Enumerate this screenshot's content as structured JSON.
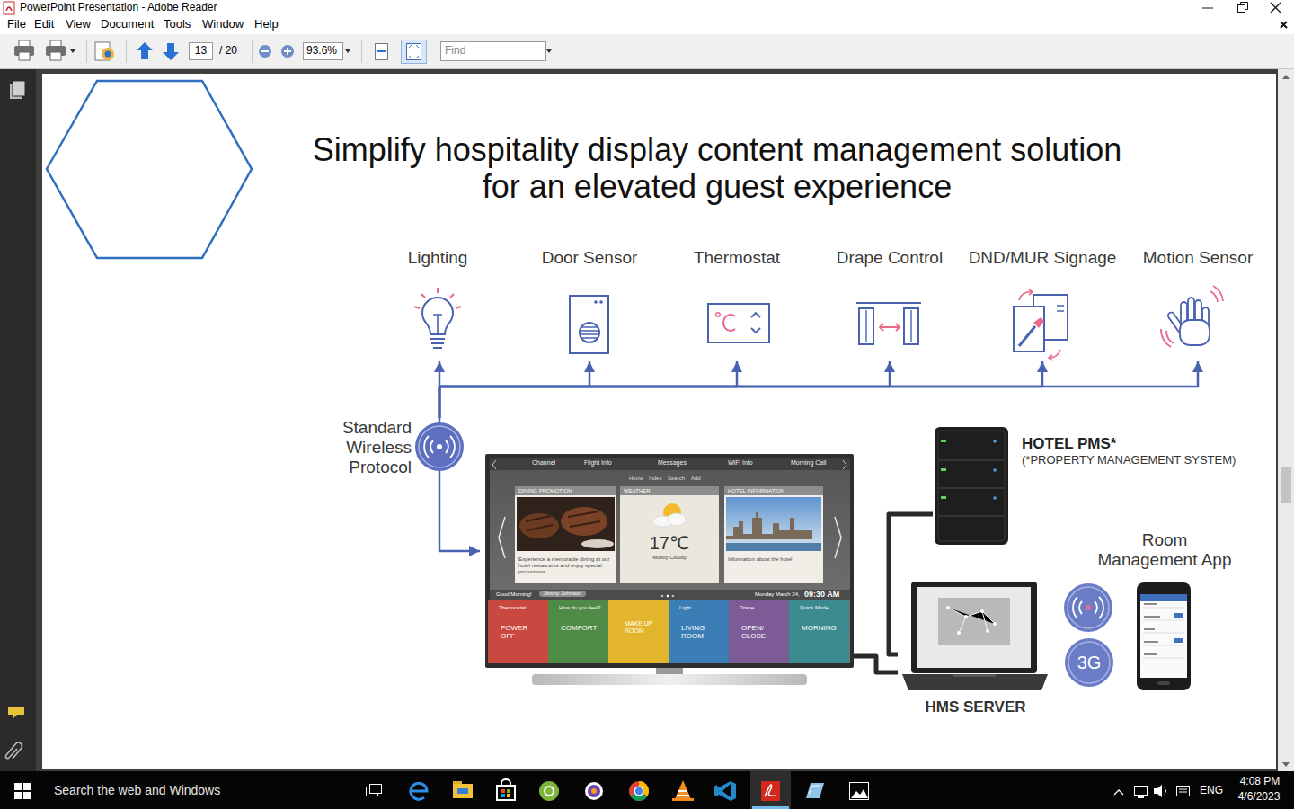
{
  "diagram": {
    "title": "Simplify hospitality display content management solution for an elevated guest experience",
    "nodes": [
      {
        "text": [
          "Lighting"
        ]
      },
      {
        "text": [
          "Door Sensor"
        ]
      },
      {
        "text": [
          "Thermostat"
        ]
      },
      {
        "text": [
          "Drape Control"
        ]
      },
      {
        "text": [
          "DND/MUR Signage"
        ]
      },
      {
        "text": [
          "Motion Sensor"
        ]
      },
      {
        "text": [
          "Standard Wireless Protocol"
        ]
      },
      {
        "text": [
          "Channel",
          "Flight Info",
          "Messages",
          "WiFi Info",
          "Morning Call",
          "Home",
          "Index",
          "Search",
          "Add",
          "Good Morning!",
          "Jimmy Johnson",
          "Monday March 24,",
          "09:30 AM"
        ]
      },
      {
        "text": [
          "DINING PROMOTION",
          "Experience a memorable dining at our hotel restaurants and enjoy special promotions."
        ],
        "in": 7
      },
      {
        "text": [
          "WEATHER",
          "17℃",
          "Mostly Cloudy"
        ],
        "in": 7
      },
      {
        "text": [
          "HOTEL INFORMATION",
          "Information about the hotel"
        ],
        "in": 7
      },
      {
        "text": [
          "Thermostat",
          "POWER OFF"
        ],
        "in": 7
      },
      {
        "text": [
          "How do you feel?",
          "COMFORT"
        ],
        "in": 7
      },
      {
        "text": [
          "MAKE UP ROOM"
        ],
        "in": 7
      },
      {
        "text": [
          "Light",
          "LIVING ROOM"
        ],
        "in": 7
      },
      {
        "text": [
          "Drape",
          "OPEN/ CLOSE"
        ],
        "in": 7
      },
      {
        "text": [
          "Quick Mode",
          "MORNING"
        ],
        "in": 7
      },
      {
        "text": [
          "HOTEL PMS*",
          "(*PROPERTY MANAGEMENT SYSTEM)"
        ]
      },
      {
        "text": [
          "Room Management App"
        ]
      },
      {
        "text": [
          "3G"
        ]
      },
      {
        "text": [
          "HMS SERVER"
        ]
      }
    ],
    "edges": [
      {
        "from": 6,
        "to": 0,
        "arrow": "to"
      },
      {
        "from": 6,
        "to": 1,
        "arrow": "to"
      },
      {
        "from": 6,
        "to": 2,
        "arrow": "to"
      },
      {
        "from": 6,
        "to": 3,
        "arrow": "to"
      },
      {
        "from": 6,
        "to": 4,
        "arrow": "to"
      },
      {
        "from": 6,
        "to": 5,
        "arrow": "to"
      },
      {
        "from": 6,
        "to": 7,
        "arrow": "to"
      },
      {
        "from": 17,
        "to": 20,
        "arrow": "none"
      },
      {
        "from": 7,
        "to": 20,
        "arrow": "none"
      }
    ],
    "labels": [
      "PowerPoint Presentation - Adobe Reader",
      "File",
      "Edit",
      "View",
      "Document",
      "Tools",
      "Window",
      "Help",
      "13",
      "/ 20",
      "93.6%",
      "Find",
      "Search the web and Windows",
      "ENG",
      "4:08 PM",
      "4/6/2023"
    ]
  }
}
